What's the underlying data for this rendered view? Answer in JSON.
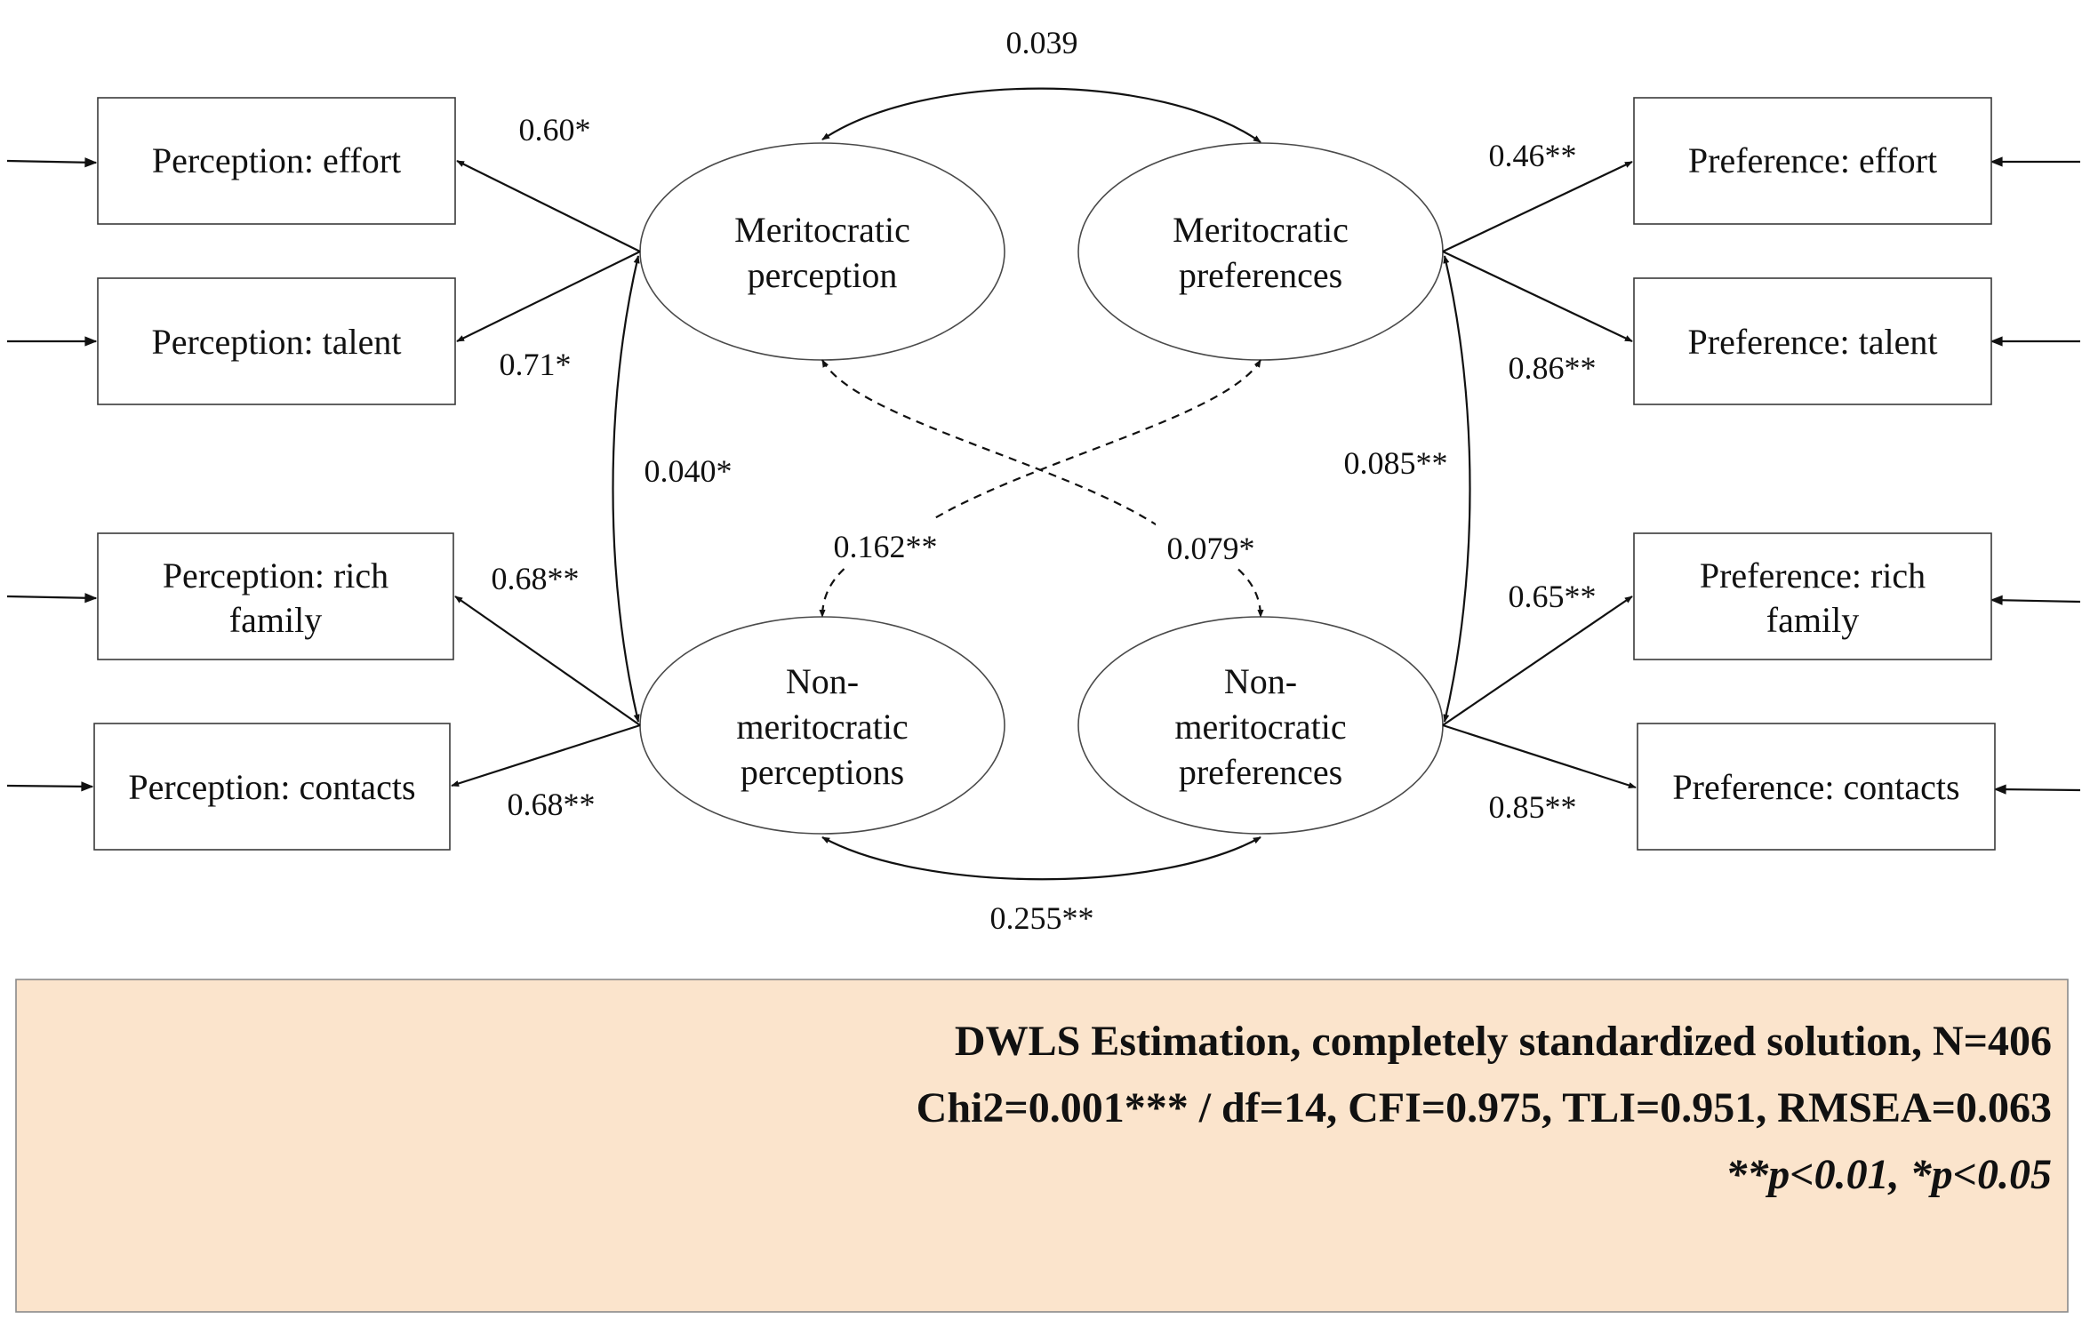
{
  "observed": {
    "perc_effort": "Perception: effort",
    "perc_talent": "Perception: talent",
    "perc_rich_1": "Perception: rich",
    "perc_rich_2": "family",
    "perc_contacts": "Perception: contacts",
    "pref_effort": "Preference: effort",
    "pref_talent": "Preference: talent",
    "pref_rich_1": "Preference: rich",
    "pref_rich_2": "family",
    "pref_contacts": "Preference: contacts"
  },
  "latent": {
    "mer_perc": [
      "Meritocratic",
      "perception"
    ],
    "mer_pref": [
      "Meritocratic",
      "preferences"
    ],
    "nonmer_perc": [
      "Non-",
      "meritocratic",
      "perceptions"
    ],
    "nonmer_pref": [
      "Non-",
      "meritocratic",
      "preferences"
    ]
  },
  "coefficients": {
    "load_perc_effort": "0.60*",
    "load_perc_talent": "0.71*",
    "load_perc_rich": "0.68**",
    "load_perc_contacts": "0.68**",
    "load_pref_effort": "0.46**",
    "load_pref_talent": "0.86**",
    "load_pref_rich": "0.65**",
    "load_pref_contacts": "0.85**",
    "cov_top": "0.039",
    "cov_bottom": "0.255**",
    "cov_left": "0.040*",
    "cov_right": "0.085**",
    "cov_cross_1": "0.162**",
    "cov_cross_2": "0.079*"
  },
  "note": {
    "line1": "DWLS Estimation, completely standardized solution, N=406",
    "line2": "Chi2=0.001*** / df=14, CFI=0.975, TLI=0.951, RMSEA=0.063",
    "line3": "**p<0.01, *p<0.05"
  },
  "colors": {
    "note_background": "#fbe4cc"
  }
}
